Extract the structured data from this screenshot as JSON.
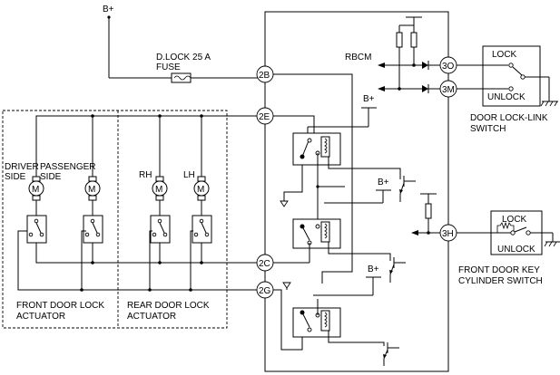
{
  "power": {
    "bplus": "B+"
  },
  "fuse": {
    "name": "D.LOCK 25 A",
    "type": "FUSE"
  },
  "module": {
    "name": "RBCM"
  },
  "terminals": {
    "t2b": "2B",
    "t2e": "2E",
    "t2c": "2C",
    "t2g": "2G",
    "t3o": "3O",
    "t3m": "3M",
    "t3h": "3H"
  },
  "motor": {
    "symbol": "M"
  },
  "door_lock_link_switch": {
    "lock": "LOCK",
    "unlock": "UNLOCK",
    "name_line1": "DOOR LOCK-LINK",
    "name_line2": "SWITCH"
  },
  "key_cylinder_switch": {
    "lock": "LOCK",
    "unlock": "UNLOCK",
    "name_line1": "FRONT DOOR KEY",
    "name_line2": "CYLINDER SWITCH"
  },
  "front_actuators": {
    "driver_line1": "DRIVER",
    "driver_line2": "SIDE",
    "passenger_line1": "PASSENGER",
    "passenger_line2": "SIDE",
    "title_line1": "FRONT DOOR LOCK",
    "title_line2": "ACTUATOR"
  },
  "rear_actuators": {
    "rh": "RH",
    "lh": "LH",
    "title_line1": "REAR DOOR LOCK",
    "title_line2": "ACTUATOR"
  }
}
